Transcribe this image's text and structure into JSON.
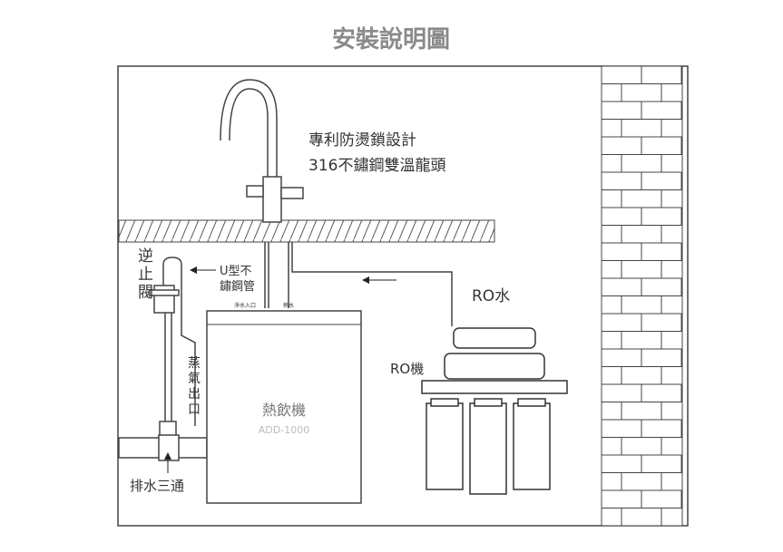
{
  "title": "安裝說明圖",
  "faucet": {
    "line1": "專利防燙鎖設計",
    "line2": "316不鏽鋼雙溫龍頭"
  },
  "check_valve": [
    "逆",
    "止",
    "閥"
  ],
  "u_pipe": {
    "line1": "U型不",
    "line2": "鏽鋼管"
  },
  "inlet": "淨水入口",
  "hot_water": "熱水",
  "ro_water": "RO水",
  "ro_machine": "RO機",
  "steam_outlet": [
    "蒸",
    "氣",
    "出",
    "口"
  ],
  "machine": {
    "name": "熱飲機",
    "model": "ADD-1000"
  },
  "drain_tee": "排水三通"
}
